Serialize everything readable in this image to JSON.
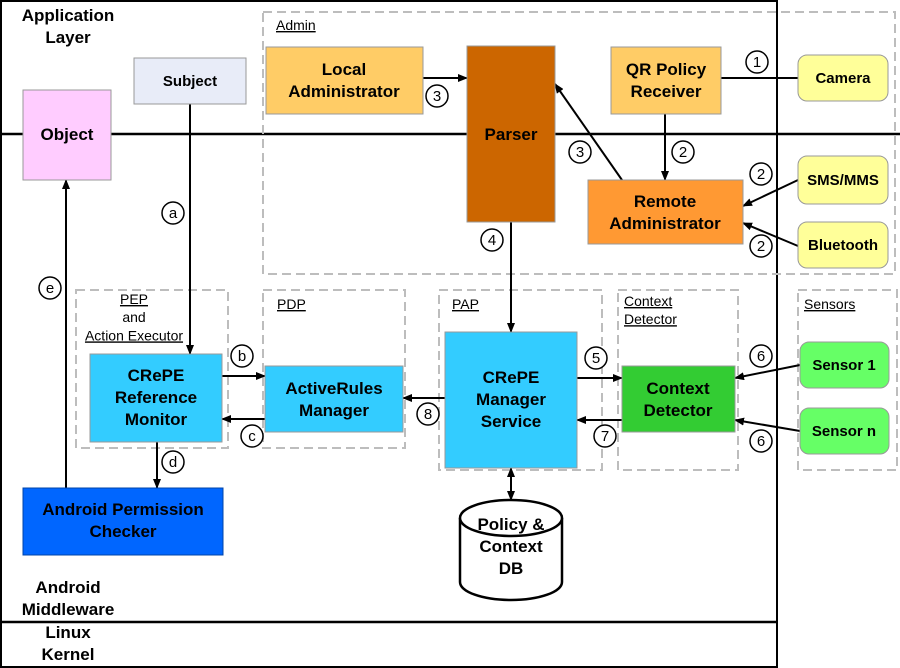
{
  "layers": {
    "application": "Application\nLayer",
    "middleware": "Android\nMiddleware",
    "kernel": "Linux\nKernel"
  },
  "groups": {
    "admin": "Admin",
    "pep": "PEP\nand\nAction Executor",
    "pdp": "PDP",
    "pap": "PAP",
    "context_detector": "Context\nDetector",
    "sensors": "Sensors"
  },
  "nodes": {
    "subject": "Subject",
    "object": "Object",
    "local_admin": "Local\nAdministrator",
    "parser": "Parser",
    "qr_receiver": "QR Policy\nReceiver",
    "camera": "Camera",
    "sms": "SMS/MMS",
    "bluetooth": "Bluetooth",
    "remote_admin": "Remote\nAdministrator",
    "reference_monitor": "CRePE\nReference\nMonitor",
    "activerules": "ActiveRules\nManager",
    "manager_service": "CRePE\nManager\nService",
    "context_detector": "Context\nDetector",
    "sensor1": "Sensor 1",
    "sensorn": "Sensor n",
    "permission_checker": "Android Permission\nChecker",
    "db": "Policy &\nContext\nDB"
  },
  "step_labels": {
    "s1": "1",
    "s2a": "2",
    "s2b": "2",
    "s2c": "2",
    "s3a": "3",
    "s3b": "3",
    "s4": "4",
    "s5": "5",
    "s6a": "6",
    "s6b": "6",
    "s7": "7",
    "s8": "8",
    "a": "a",
    "b": "b",
    "c": "c",
    "d": "d",
    "e": "e"
  },
  "colors": {
    "subject": "#e8ecf8",
    "object": "#ffccff",
    "local_admin": "#ffcc66",
    "qr_receiver": "#ffcc66",
    "parser": "#cc6600",
    "remote_admin": "#ff9933",
    "yellow_source": "#ffff99",
    "crepe_blue": "#33ccff",
    "context_green": "#33cc33",
    "sensor_green": "#66ff66",
    "android_blue": "#0066ff"
  }
}
